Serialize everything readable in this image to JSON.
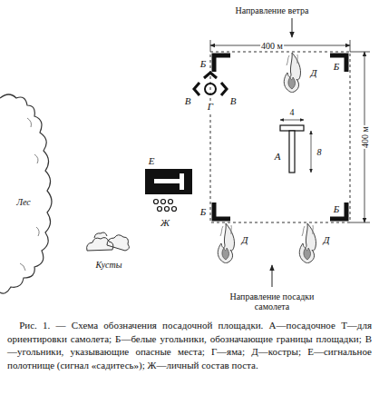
{
  "diagram": {
    "caption": "Рис. 1. — Схема обозначения посадочной площадки. А—посадочное Т—для ориентировки самолета; Б—белые угольники, обозначающие границы площадки; В—угольники, указывающие опасные места; Г—яма; Д—костры; Е—сигнальное полотнище (сигнал «садитесь»); Ж—личный состав поста.",
    "labels": [
      "Направление ветра",
      "400 м",
      "400 м",
      "Б",
      "Б",
      "Б",
      "Б",
      "В",
      "Г",
      "В",
      "Д",
      "4",
      "А",
      "8",
      "Е",
      "Ж",
      "Лес",
      "Кусты",
      "Д",
      "Д",
      "Направление посадки самолета"
    ]
  }
}
